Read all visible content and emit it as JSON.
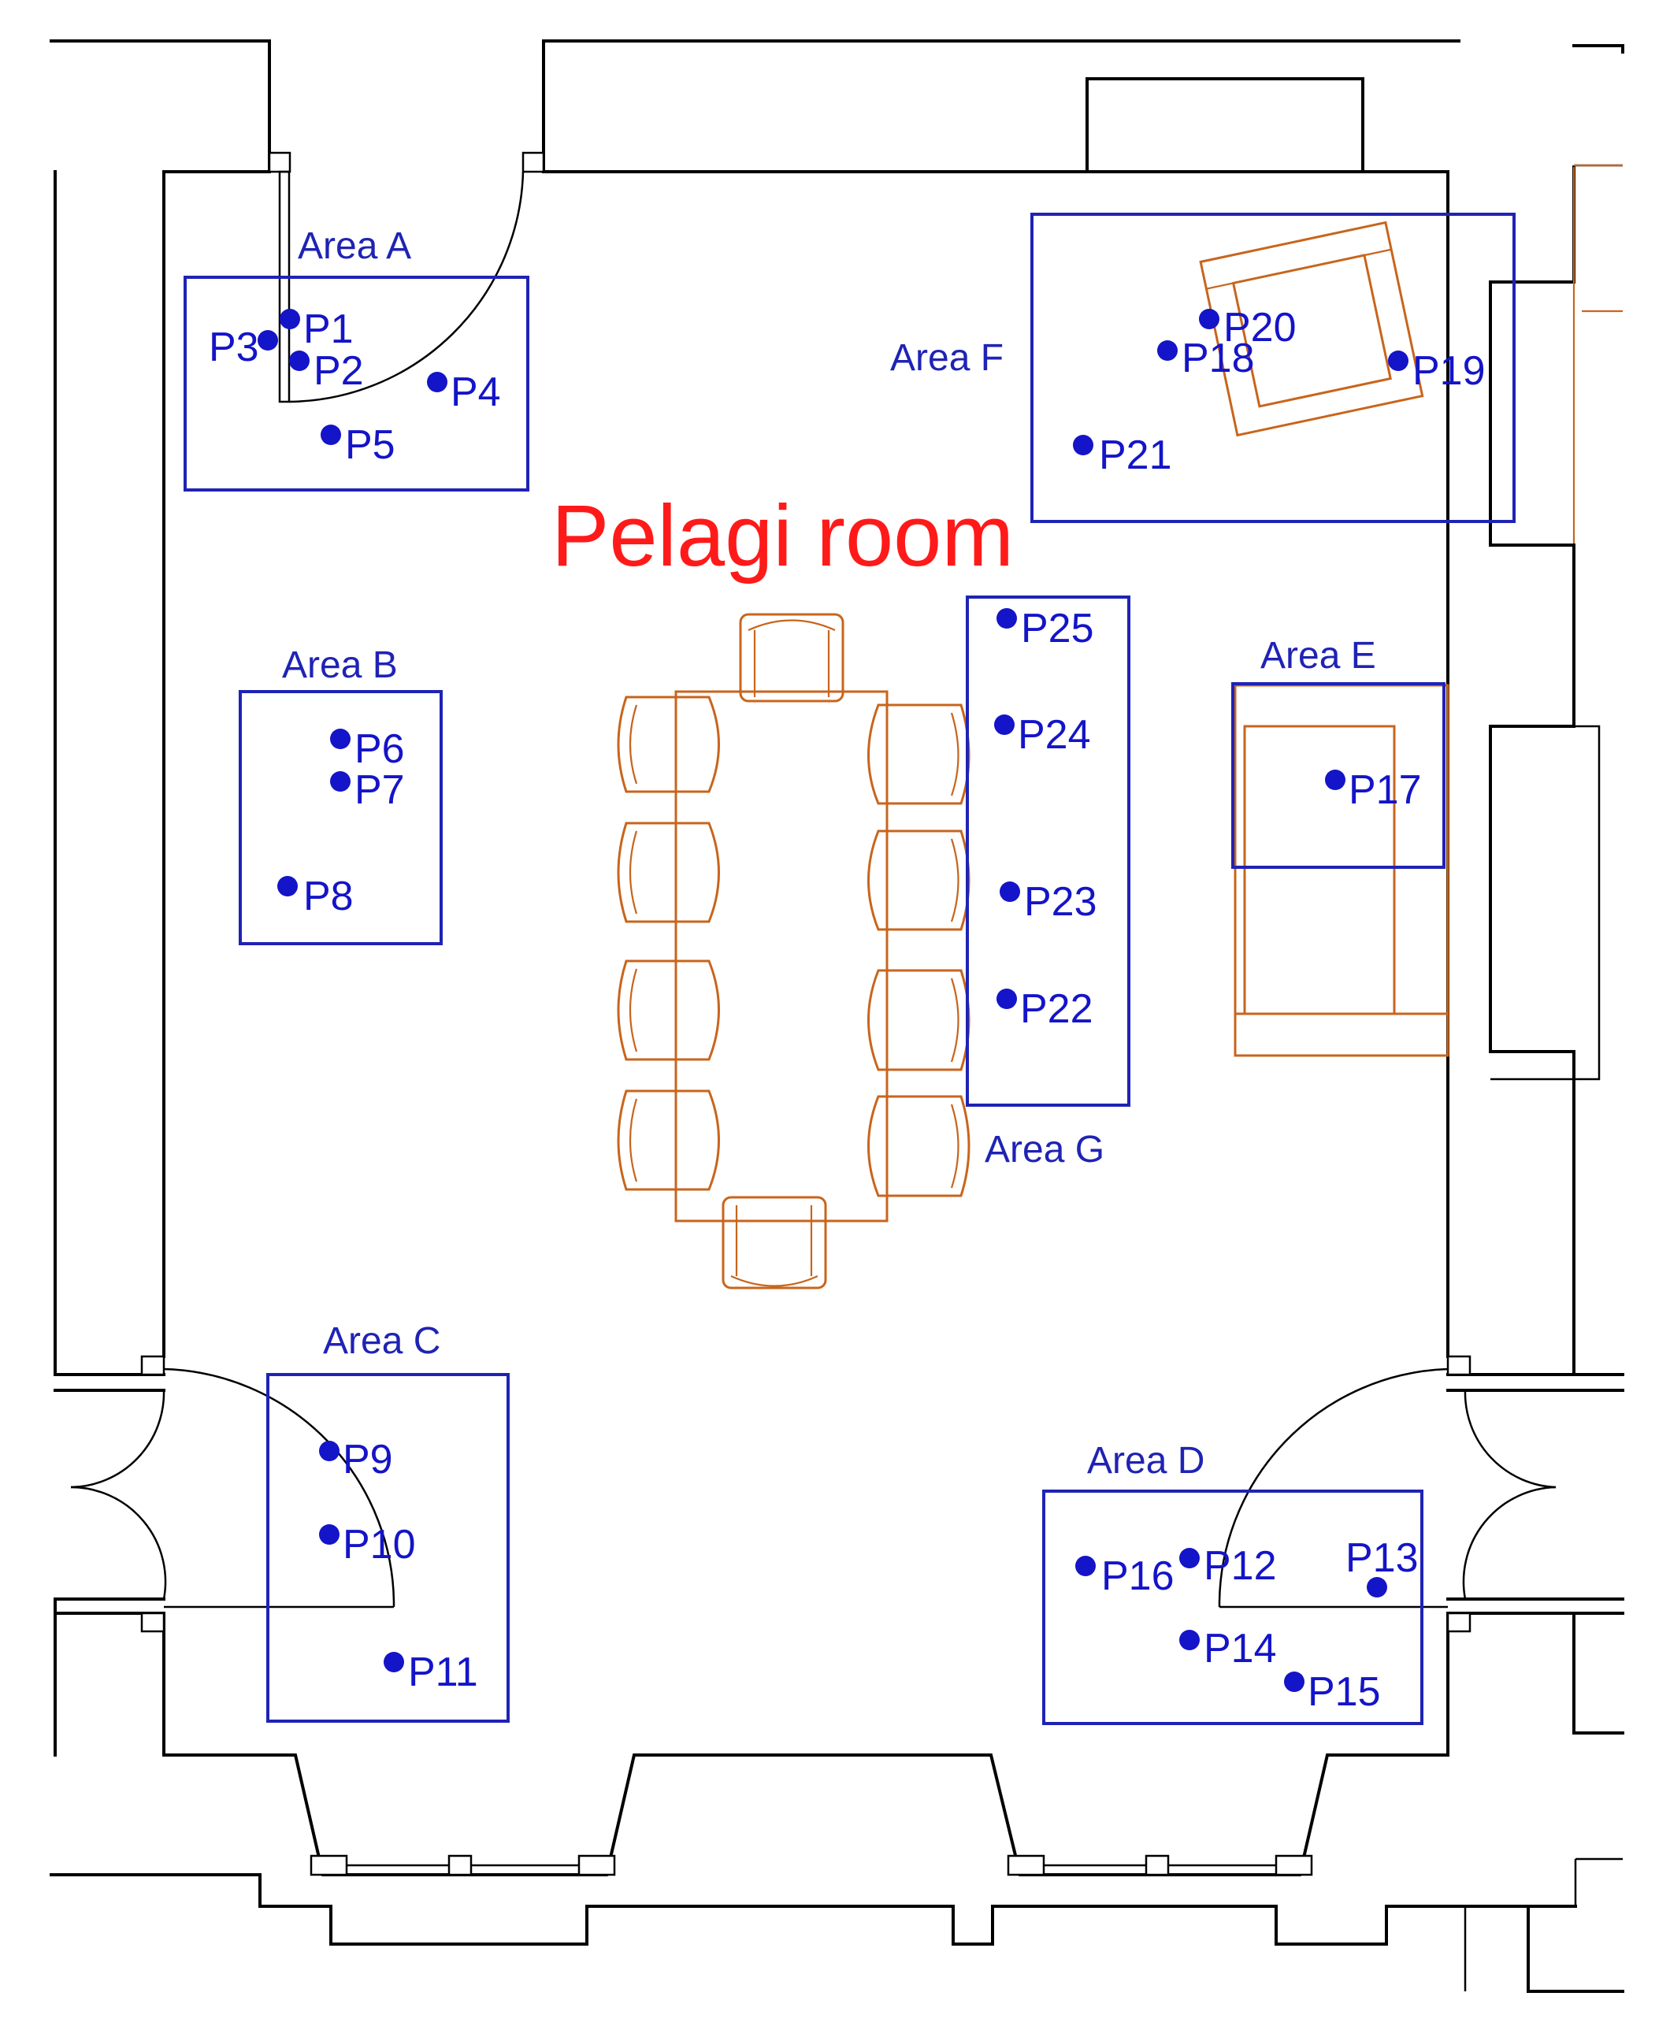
{
  "room": {
    "title": "Pelagi room",
    "title_color": "#ff1a1a"
  },
  "colors": {
    "area": "#1f23b4",
    "point": "#1414c8",
    "furniture": "#c8651c",
    "walls": "#000000"
  },
  "areas": {
    "a": "Area A",
    "b": "Area B",
    "c": "Area C",
    "d": "Area D",
    "e": "Area E",
    "f": "Area F",
    "g": "Area G"
  },
  "points": {
    "p1": "P1",
    "p2": "P2",
    "p3": "P3",
    "p4": "P4",
    "p5": "P5",
    "p6": "P6",
    "p7": "P7",
    "p8": "P8",
    "p9": "P9",
    "p10": "P10",
    "p11": "P11",
    "p12": "P12",
    "p13": "P13",
    "p14": "P14",
    "p15": "P15",
    "p16": "P16",
    "p17": "P17",
    "p18": "P18",
    "p19": "P19",
    "p20": "P20",
    "p21": "P21",
    "p22": "P22",
    "p23": "P23",
    "p24": "P24",
    "p25": "P25"
  }
}
